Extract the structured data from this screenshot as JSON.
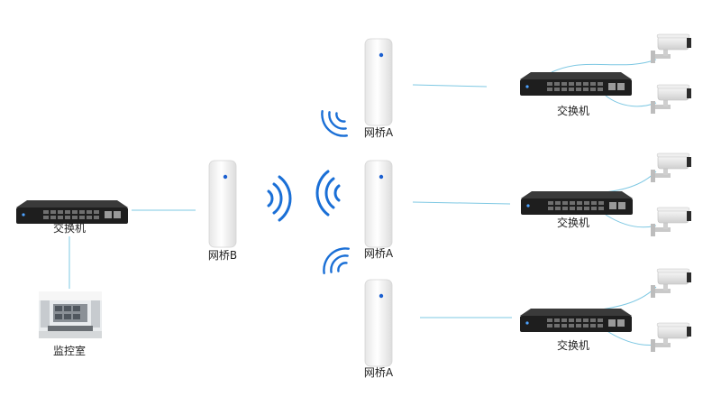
{
  "nodes": {
    "left_switch": {
      "label": "交换机",
      "icon": "network-switch-icon"
    },
    "monitor_room": {
      "label": "监控室",
      "icon": "monitor-room-photo"
    },
    "bridge_b": {
      "label": "网桥B",
      "icon": "wireless-bridge-icon"
    },
    "bridge_a_top": {
      "label": "网桥A",
      "icon": "wireless-bridge-icon"
    },
    "bridge_a_mid": {
      "label": "网桥A",
      "icon": "wireless-bridge-icon"
    },
    "bridge_a_bot": {
      "label": "网桥A",
      "icon": "wireless-bridge-icon"
    },
    "switch_top": {
      "label": "交换机",
      "icon": "network-switch-icon"
    },
    "switch_mid": {
      "label": "交换机",
      "icon": "network-switch-icon"
    },
    "switch_bot": {
      "label": "交换机",
      "icon": "network-switch-icon"
    }
  },
  "icons": {
    "camera": "security-camera-icon",
    "signal": "wireless-signal-icon"
  },
  "colors": {
    "link": "#7ec8e3",
    "switch_body": "#1e1e1e",
    "bridge_body": "#f2f2f2",
    "signal": "#1a6fd6",
    "camera_body": "#e8e8e8"
  }
}
